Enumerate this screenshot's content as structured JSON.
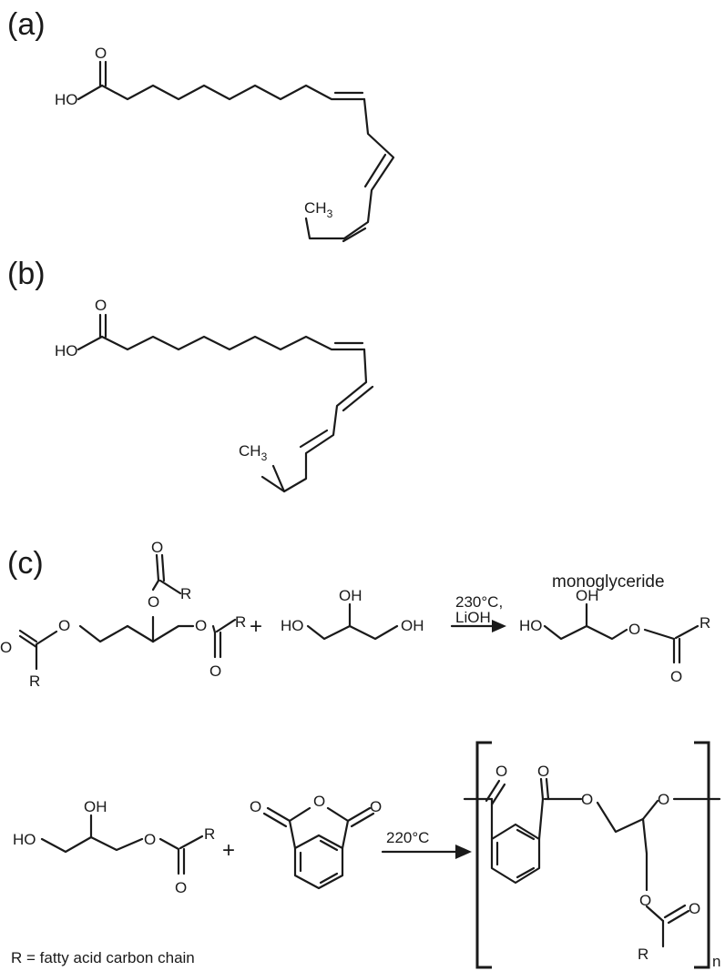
{
  "panels": {
    "a": "(a)",
    "b": "(b)",
    "c": "(c)"
  },
  "atoms": {
    "ho": "HO",
    "o": "O",
    "oh": "OH",
    "r": "R",
    "ch": "CH",
    "three": "3",
    "n": "n"
  },
  "reaction1": {
    "temp": "230°C,",
    "catalyst": "LiOH",
    "product_label": "monoglyceride",
    "plus": "+"
  },
  "reaction2": {
    "temp": "220°C",
    "plus": "+"
  },
  "legend": "R = fatty acid carbon chain"
}
